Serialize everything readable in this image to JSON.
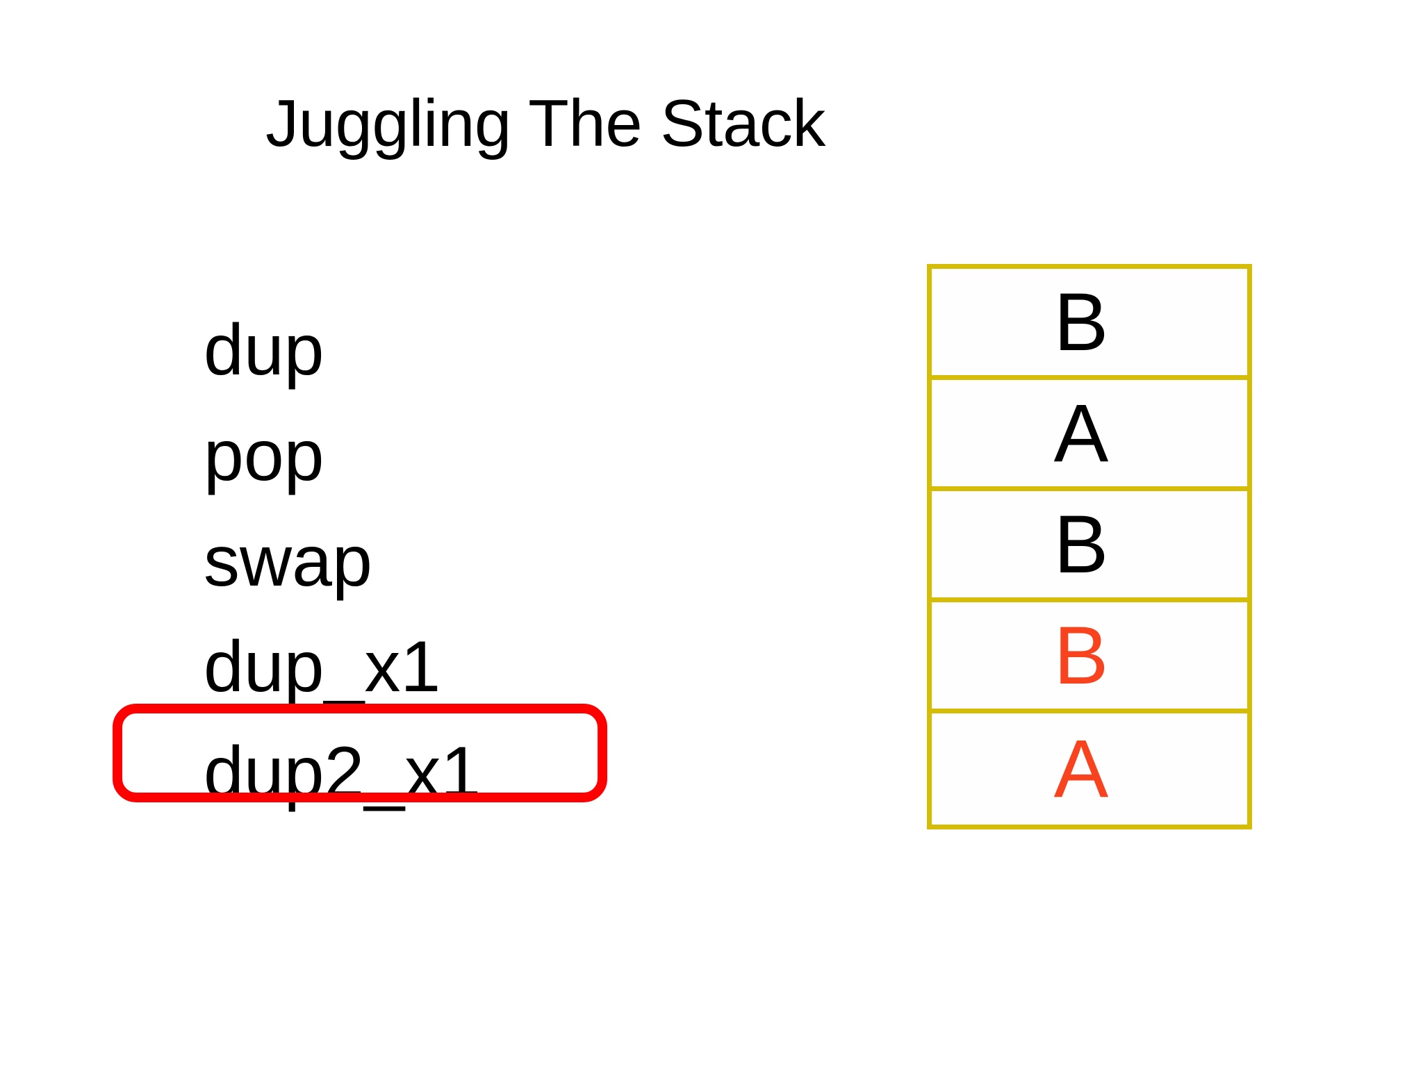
{
  "slide": {
    "title": "Juggling The Stack",
    "background_color": "#ffffff"
  },
  "operations": {
    "items": [
      {
        "label": "dup",
        "highlighted": false
      },
      {
        "label": "pop",
        "highlighted": false
      },
      {
        "label": "swap",
        "highlighted": false
      },
      {
        "label": "dup_x1",
        "highlighted": false
      },
      {
        "label": "dup2_x1",
        "highlighted": true
      }
    ],
    "highlight_color": "#ff0000"
  },
  "stack": {
    "border_color": "#d4bc07",
    "normal_text_color": "#000000",
    "emphasis_text_color": "#f9431e",
    "rows": [
      {
        "value": "B",
        "emphasis": false
      },
      {
        "value": "A",
        "emphasis": false
      },
      {
        "value": "B",
        "emphasis": false
      },
      {
        "value": "B",
        "emphasis": true
      },
      {
        "value": "A",
        "emphasis": true
      }
    ]
  }
}
